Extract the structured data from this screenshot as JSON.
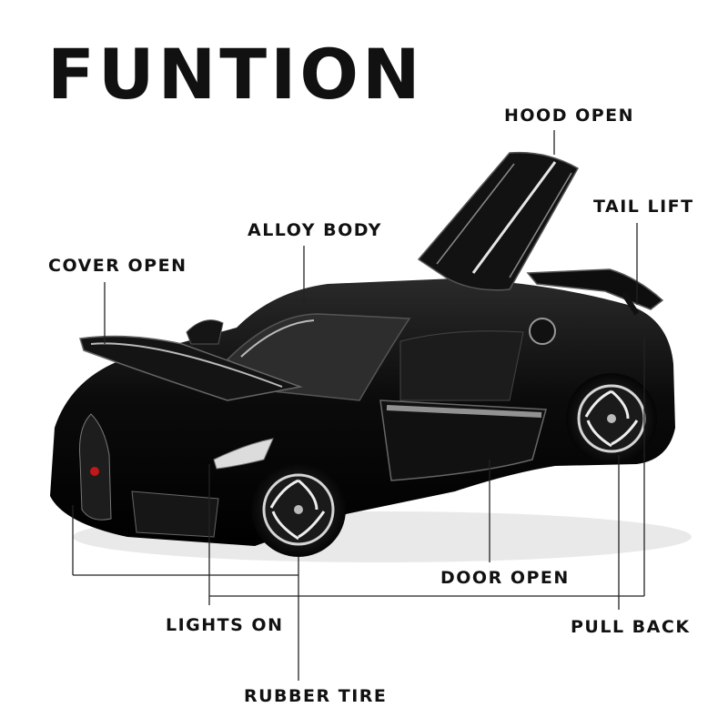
{
  "title": "FUNTION",
  "features": {
    "hood_open": "HOOD OPEN",
    "tail_lift": "TAIL LIFT",
    "alloy_body": "ALLOY BODY",
    "cover_open": "COVER OPEN",
    "door_open": "DOOR OPEN",
    "lights_on": "LIGHTS ON",
    "pull_back": "PULL BACK",
    "rubber_tire": "RUBBER TIRE"
  },
  "colors": {
    "car_body": "#0b0b0b",
    "accent_red": "#c01818",
    "line": "#222222"
  }
}
